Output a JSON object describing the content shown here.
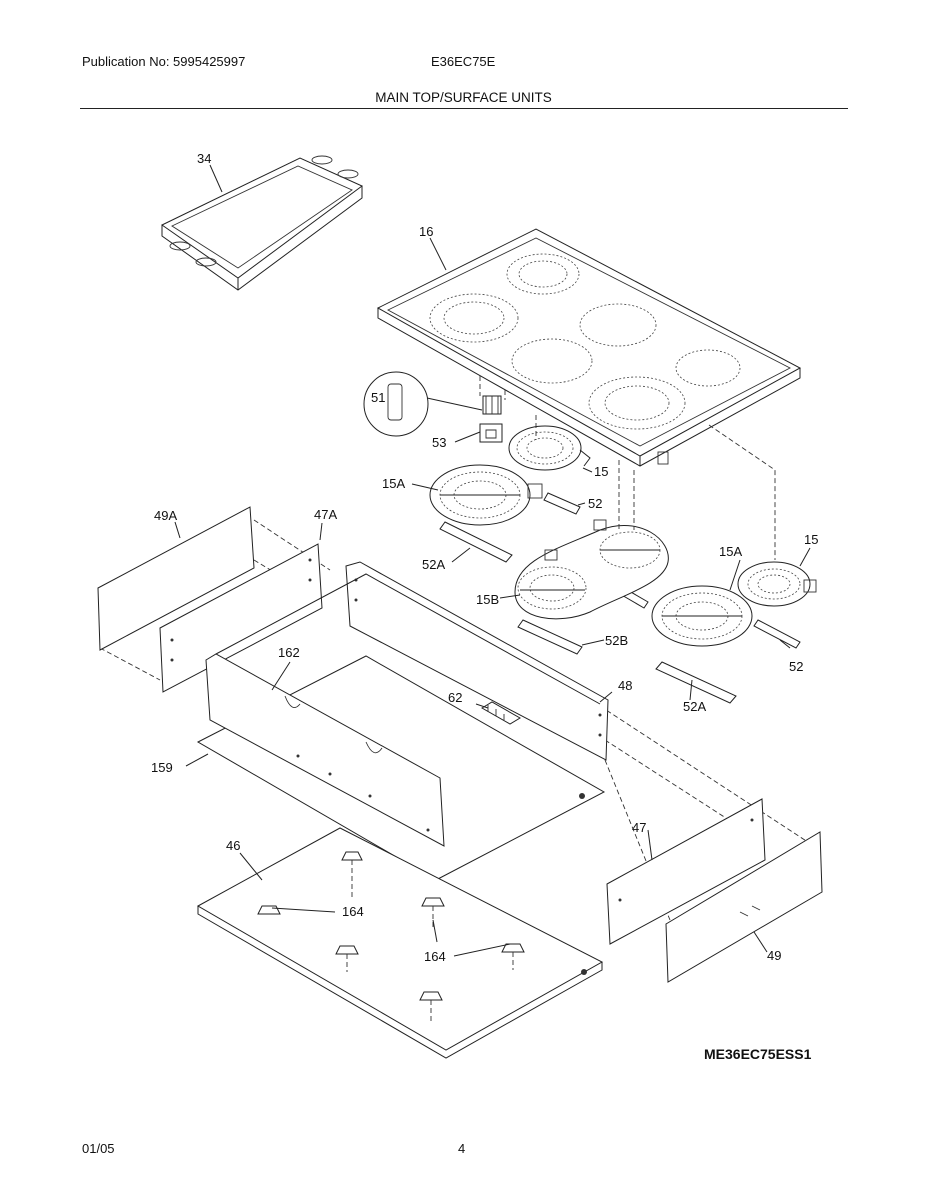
{
  "header": {
    "publication": "Publication No: 5995425997",
    "model": "E36EC75E",
    "title": "MAIN TOP/SURFACE UNITS"
  },
  "callouts": {
    "c34": "34",
    "c16": "16",
    "c51": "51",
    "c53": "53",
    "c15a": "15",
    "c15b": "15",
    "c15A_a": "15A",
    "c15A_b": "15A",
    "c52a": "52",
    "c52b": "52",
    "c52A_a": "52A",
    "c52A_b": "52A",
    "c15B": "15B",
    "c52B": "52B",
    "c49A": "49A",
    "c47A": "47A",
    "c162": "162",
    "c62": "62",
    "c48": "48",
    "c159": "159",
    "c47": "47",
    "c46": "46",
    "c164a": "164",
    "c164b": "164",
    "c49": "49"
  },
  "drawing_id": "ME36EC75ESS1",
  "footer": {
    "date": "01/05",
    "page": "4"
  }
}
